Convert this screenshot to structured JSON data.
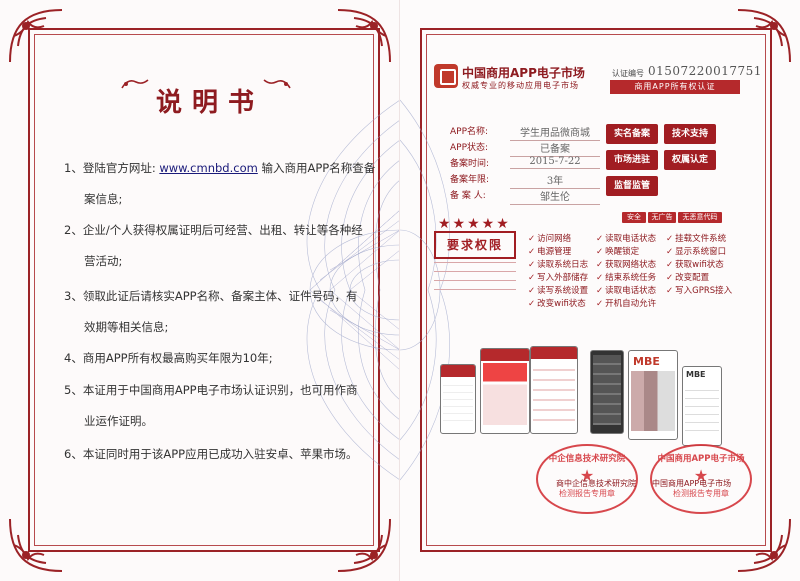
{
  "left_page": {
    "title": "说明书",
    "items": [
      {
        "num": "1、",
        "text_a": "登陆官方网址: ",
        "url": "www.cmnbd.com",
        "text_b": " 输入商用APP名称查备",
        "cont": "案信息;"
      },
      {
        "num": "2、",
        "text_a": "企业/个人获得权属证明后可经营、出租、转让等各种经",
        "cont": "营活动;"
      },
      {
        "num": "3、",
        "text_a": "领取此证后请核实APP名称、备案主体、证件号码，有",
        "cont": "效期等相关信息;"
      },
      {
        "num": "4、",
        "text_a": "商用APP所有权最高购买年限为10年;"
      },
      {
        "num": "5、",
        "text_a": "本证用于中国商用APP电子市场认证识别，也可用作商",
        "cont": "业运作证明。"
      },
      {
        "num": "6、",
        "text_a": "本证同时用于该APP应用已成功入驻安卓、苹果市场。"
      }
    ]
  },
  "right_page": {
    "brand_name": "中国商用APP电子市场",
    "brand_slogan": "权威专业的移动应用电子市场",
    "cert_label": "认证编号",
    "cert_no": "01507220017751",
    "rights_bar": "商用APP所有权认证",
    "info": [
      {
        "label": "APP名称:",
        "value": "学生用品微商城"
      },
      {
        "label": "APP状态:",
        "value": "已备案"
      },
      {
        "label": "备案时间:",
        "value": "2015-7-22"
      },
      {
        "label": "备案年限:",
        "value": "3年"
      },
      {
        "label": "备 案 人:",
        "value": "邹生伦"
      }
    ],
    "buttons": [
      "实名备案",
      "技术支持",
      "市场进驻",
      "权属认定",
      "监督监管"
    ],
    "tags": [
      "安全",
      "无广告",
      "无恶意代码"
    ],
    "stars": "★★★★★",
    "claim_box": "要求权限",
    "permissions": [
      [
        "访问网络",
        "读取电话状态",
        "挂载文件系统"
      ],
      [
        "电源管理",
        "唤醒锁定",
        "显示系统窗口"
      ],
      [
        "读取系统日志",
        "获取网络状态",
        "获取wifi状态"
      ],
      [
        "写入外部储存",
        "结束系统任务",
        "改变配置"
      ],
      [
        "读写系统设置",
        "读取电话状态",
        "写入GPRS接入"
      ],
      [
        "改变wifi状态",
        "开机自动允许",
        ""
      ]
    ],
    "check_mark": "✓",
    "seal_left": {
      "arc": "中企信息技术研究院",
      "bottom": "检测报告专用章",
      "mid": "商中企信息技术研究院"
    },
    "seal_right": {
      "arc": "中国商用APP电子市场",
      "bottom": "检测报告专用章",
      "mid": "中国商用APP电子市场"
    },
    "mbe_label": "MBE"
  },
  "colors": {
    "brand_red": "#a11d22",
    "frame_red": "#9b2226",
    "seal_red": "#d3343a"
  }
}
